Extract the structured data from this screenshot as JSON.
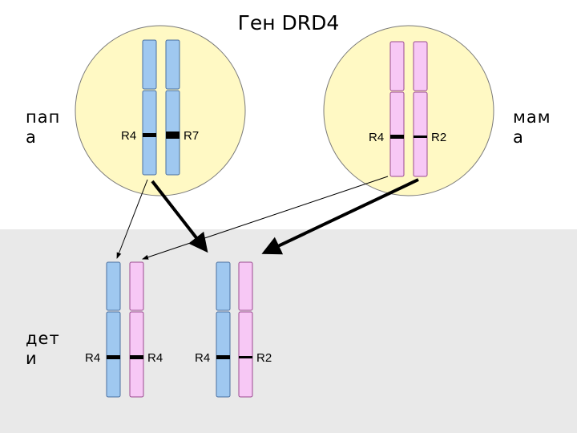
{
  "title": "Ген DRD4",
  "parents": {
    "father": {
      "label": "папа",
      "alleles": [
        "R4",
        "R7"
      ]
    },
    "mother": {
      "label": "мама",
      "alleles": [
        "R4",
        "R2"
      ]
    }
  },
  "children": {
    "label": "дети",
    "child1": {
      "alleles": [
        "R4",
        "R4"
      ]
    },
    "child2": {
      "alleles": [
        "R4",
        "R2"
      ]
    }
  },
  "colors": {
    "paternal": "#9fc8f0",
    "maternal": "#f7c8f5",
    "cell": "#fff9c4",
    "background_lower": "#e9e9e9"
  }
}
